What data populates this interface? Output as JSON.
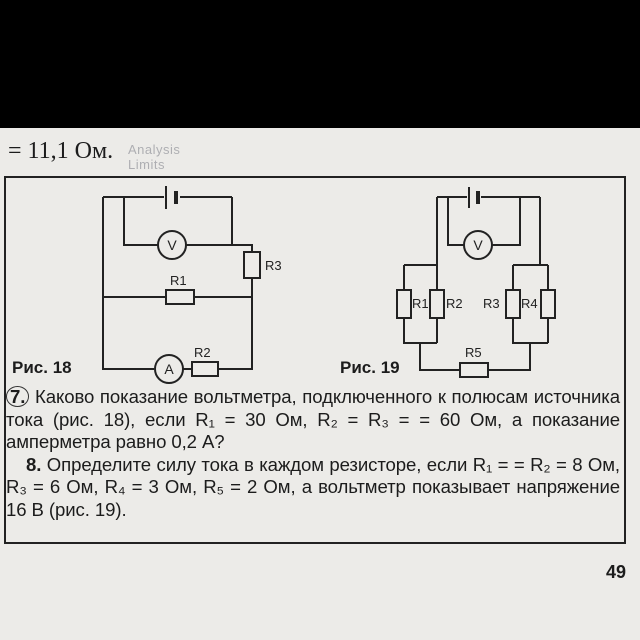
{
  "header": {
    "top_text": "= 11,1 Ом.",
    "mirrored_text": "Analysis Limits"
  },
  "figures": {
    "fig18": {
      "label": "Рис. 18",
      "components": {
        "voltmeter": "V",
        "ammeter": "A",
        "r1": "R1",
        "r2": "R2",
        "r3": "R3"
      }
    },
    "fig19": {
      "label": "Рис. 19",
      "components": {
        "voltmeter": "V",
        "r1": "R1",
        "r2": "R2",
        "r3": "R3",
        "r4": "R4",
        "r5": "R5"
      }
    }
  },
  "problems": {
    "p7_number": "7.",
    "p7_text": "Каково показание вольтметра, подключенного к полюсам источника тока (рис. 18), если R₁ = 30 Ом, R₂ = R₃ = = 60 Ом, а показание амперметра равно 0,2 А?",
    "p8_number": "8.",
    "p8_text": "Определите силу тока в каждом резисторе, если R₁ = = R₂ = 8 Ом, R₃ = 6 Ом, R₄ = 3 Ом, R₅ = 2 Ом, а вольтметр показывает напряжение 16 В (рис. 19)."
  },
  "footer": {
    "page_number": "49"
  }
}
